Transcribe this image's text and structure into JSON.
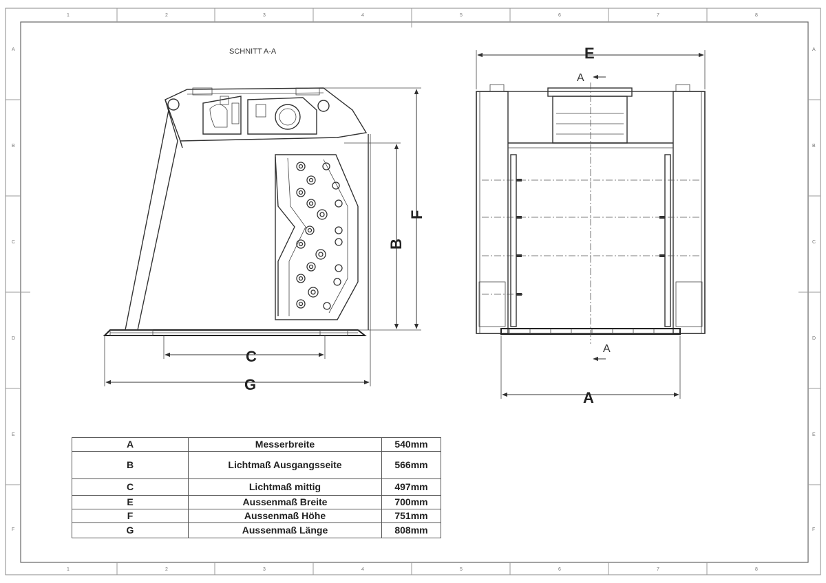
{
  "section_title": "SCHNITT A-A",
  "dimension_labels": {
    "A": "A",
    "B": "B",
    "C": "C",
    "E": "E",
    "F": "F",
    "G": "G",
    "section_marker_top": "A",
    "section_marker_bottom": "A"
  },
  "border_zones": {
    "columns": [
      "1",
      "2",
      "3",
      "4",
      "5",
      "6",
      "7",
      "8"
    ],
    "rows": [
      "A",
      "B",
      "C",
      "D",
      "E",
      "F"
    ]
  },
  "table": {
    "rows": [
      {
        "key": "A",
        "name": "Messerbreite",
        "value": "540mm"
      },
      {
        "key": "B",
        "name": "Lichtmaß Ausgangsseite",
        "value": "566mm"
      },
      {
        "key": "C",
        "name": "Lichtmaß mittig",
        "value": "497mm"
      },
      {
        "key": "E",
        "name": "Aussenmaß Breite",
        "value": "700mm"
      },
      {
        "key": "F",
        "name": "Aussenmaß Höhe",
        "value": "751mm"
      },
      {
        "key": "G",
        "name": "Aussenmaß Länge",
        "value": "808mm"
      }
    ]
  }
}
